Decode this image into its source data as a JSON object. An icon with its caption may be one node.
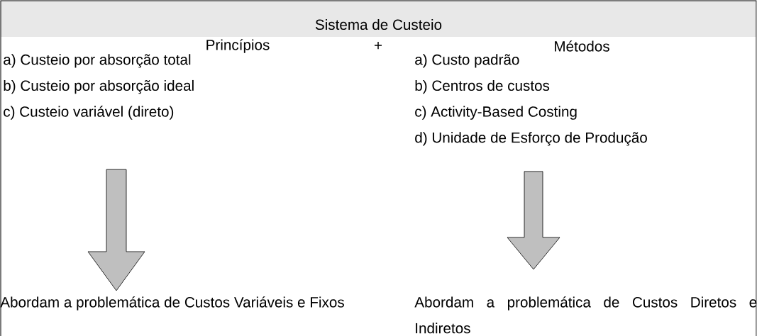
{
  "diagram": {
    "title": "Sistema de Custeio",
    "nodes": [
      {
        "text": [
          "a) Custeio por absorção total",
          "b) Custeio por absorção ideal",
          "c) Custeio variável (direto)"
        ]
      },
      {
        "text": [
          "a) Custo padrão",
          "b) Centros de custos",
          "c) Activity-Based Costing",
          "d) Unidade de Esforço de Produção"
        ]
      },
      {
        "text": [
          "Abordam a problemática de Custos Variáveis e Fixos"
        ]
      },
      {
        "text": [
          "Abordam a problemática de Custos Diretos e Indiretos"
        ]
      }
    ],
    "edges": [
      {
        "from": 0,
        "to": 2,
        "arrow": "to"
      },
      {
        "from": 1,
        "to": 3,
        "arrow": "to"
      }
    ],
    "labels": [
      "Princípios",
      "+",
      "Métodos"
    ]
  }
}
